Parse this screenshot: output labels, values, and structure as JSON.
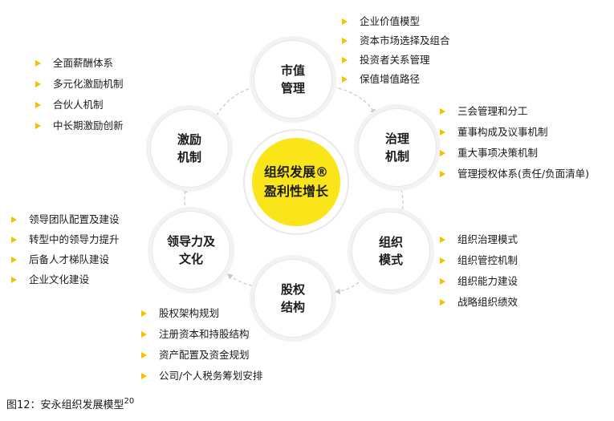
{
  "center": {
    "line1": "组织发展®",
    "line2": "盈利性增长"
  },
  "nodes": [
    {
      "id": "market-value",
      "line1": "市值",
      "line2": "管理"
    },
    {
      "id": "governance",
      "line1": "治理",
      "line2": "机制"
    },
    {
      "id": "org-model",
      "line1": "组织",
      "line2": "模式"
    },
    {
      "id": "equity",
      "line1": "股权",
      "line2": "结构"
    },
    {
      "id": "leadership",
      "line1": "领导力及",
      "line2": "文化"
    },
    {
      "id": "incentive",
      "line1": "激励",
      "line2": "机制"
    }
  ],
  "lists": {
    "market_value": [
      "企业价值模型",
      "资本市场选择及组合",
      "投资者关系管理",
      "保值增值路径"
    ],
    "governance": [
      "三会管理和分工",
      "董事构成及议事机制",
      "重大事项决策机制",
      "管理授权体系(责任/负面清单)"
    ],
    "org_model": [
      "组织治理模式",
      "组织管控机制",
      "组织能力建设",
      "战略组织绩效"
    ],
    "equity": [
      "股权架构规划",
      "注册资本和持股结构",
      "资产配置及资金规划",
      "公司/个人税务筹划安排"
    ],
    "leadership": [
      "领导团队配置及建设",
      "转型中的领导力提升",
      "后备人才梯队建设",
      "企业文化建设"
    ],
    "incentive": [
      "全面薪酬体系",
      "多元化激励机制",
      "合伙人机制",
      "中长期激励创新"
    ]
  },
  "caption": {
    "text": "图12：安永组织发展模型",
    "sup": "20"
  },
  "colors": {
    "center_fill": "#f9e51a",
    "bullet": "#f2c200",
    "arrow": "#c8c8c8"
  }
}
